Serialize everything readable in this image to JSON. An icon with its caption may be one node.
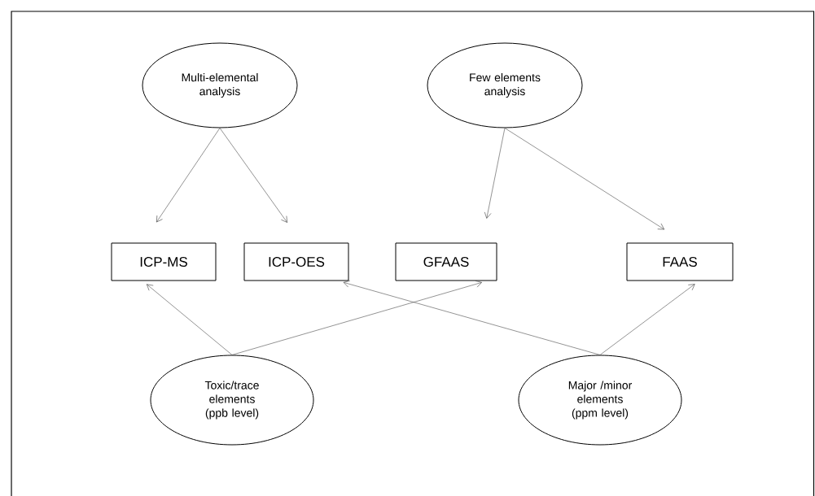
{
  "diagram": {
    "nodes": [
      {
        "text": [
          "Multi-elemental analysis"
        ]
      },
      {
        "text": [
          "Few elements analysis"
        ]
      },
      {
        "text": [
          "ICP-MS"
        ]
      },
      {
        "text": [
          "ICP-OES"
        ]
      },
      {
        "text": [
          "GFAAS"
        ]
      },
      {
        "text": [
          "FAAS"
        ]
      },
      {
        "text": [
          "Toxic/trace elements (ppb level)"
        ]
      },
      {
        "text": [
          "Major /minor elements (ppm level)"
        ]
      }
    ],
    "edges": [
      {
        "from": 0,
        "to": 2,
        "arrow": "to"
      },
      {
        "from": 0,
        "to": 3,
        "arrow": "to"
      },
      {
        "from": 1,
        "to": 4,
        "arrow": "to"
      },
      {
        "from": 1,
        "to": 5,
        "arrow": "to"
      },
      {
        "from": 6,
        "to": 2,
        "arrow": "to"
      },
      {
        "from": 6,
        "to": 4,
        "arrow": "to"
      },
      {
        "from": 7,
        "to": 3,
        "arrow": "to"
      },
      {
        "from": 7,
        "to": 5,
        "arrow": "to"
      }
    ]
  }
}
